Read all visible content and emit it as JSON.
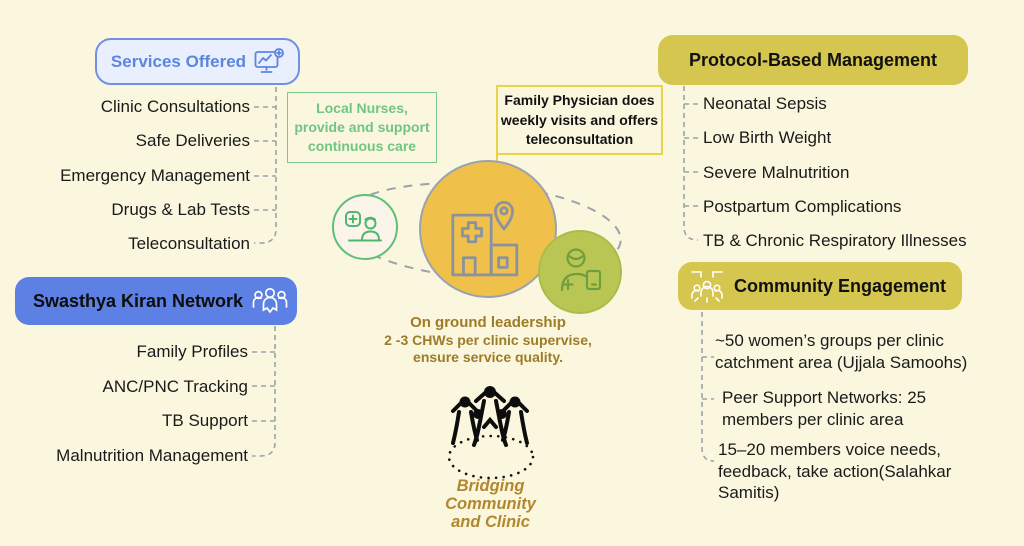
{
  "services": {
    "title": "Services Offered",
    "items": [
      "Clinic Consultations",
      "Safe Deliveries",
      "Emergency Management",
      "Drugs & Lab Tests",
      "Teleconsultation"
    ]
  },
  "network": {
    "title": "Swasthya Kiran Network",
    "items": [
      "Family Profiles",
      "ANC/PNC Tracking",
      "TB Support",
      "Malnutrition Management"
    ]
  },
  "protocol": {
    "title": "Protocol-Based Management",
    "items": [
      "Neonatal Sepsis",
      "Low Birth Weight",
      "Severe Malnutrition",
      "Postpartum Complications",
      "TB & Chronic Respiratory Illnesses"
    ]
  },
  "community": {
    "title": "Community Engagement",
    "items": [
      "~50 women’s groups per clinic catchment area (Ujjala Samoohs)",
      "Peer Support Networks: 25 members per clinic area",
      "15–20 members voice needs, feedback, take action(Salahkar Samitis)"
    ]
  },
  "notes": {
    "nurses_lines": [
      "Local Nurses,",
      "provide and support",
      "continuous care"
    ],
    "physician_lines": [
      "Family Physician does",
      "weekly visits and offers",
      "teleconsultation"
    ]
  },
  "center": {
    "leadership_lines": [
      "On ground leadership",
      "2 -3 CHWs per clinic supervise,",
      "ensure service quality."
    ],
    "bridging_lines": [
      "Bridging",
      "Community",
      "and Clinic"
    ]
  },
  "icons": {
    "services": "monitor-chart-plus-icon",
    "network": "people-group-icon",
    "community": "people-network-icon",
    "clinic": "clinic-building-pin-icon",
    "nurse": "nurse-desk-cross-icon",
    "physician": "physician-tablet-icon",
    "bridge": "community-hands-icon"
  },
  "colors": {
    "background": "#FAF7DE",
    "blue_accent": "#5B86E0",
    "blue_fill": "#5C80E4",
    "gold_fill": "#D5C64F",
    "green_accent": "#6FC584",
    "yellow_border": "#E8D44B",
    "circle_yellow": "#EFC14B",
    "circle_green": "#B9C654",
    "brown_text": "#9E7B28",
    "italic_brown": "#B1872F",
    "line_gray": "#9CA3AA"
  }
}
